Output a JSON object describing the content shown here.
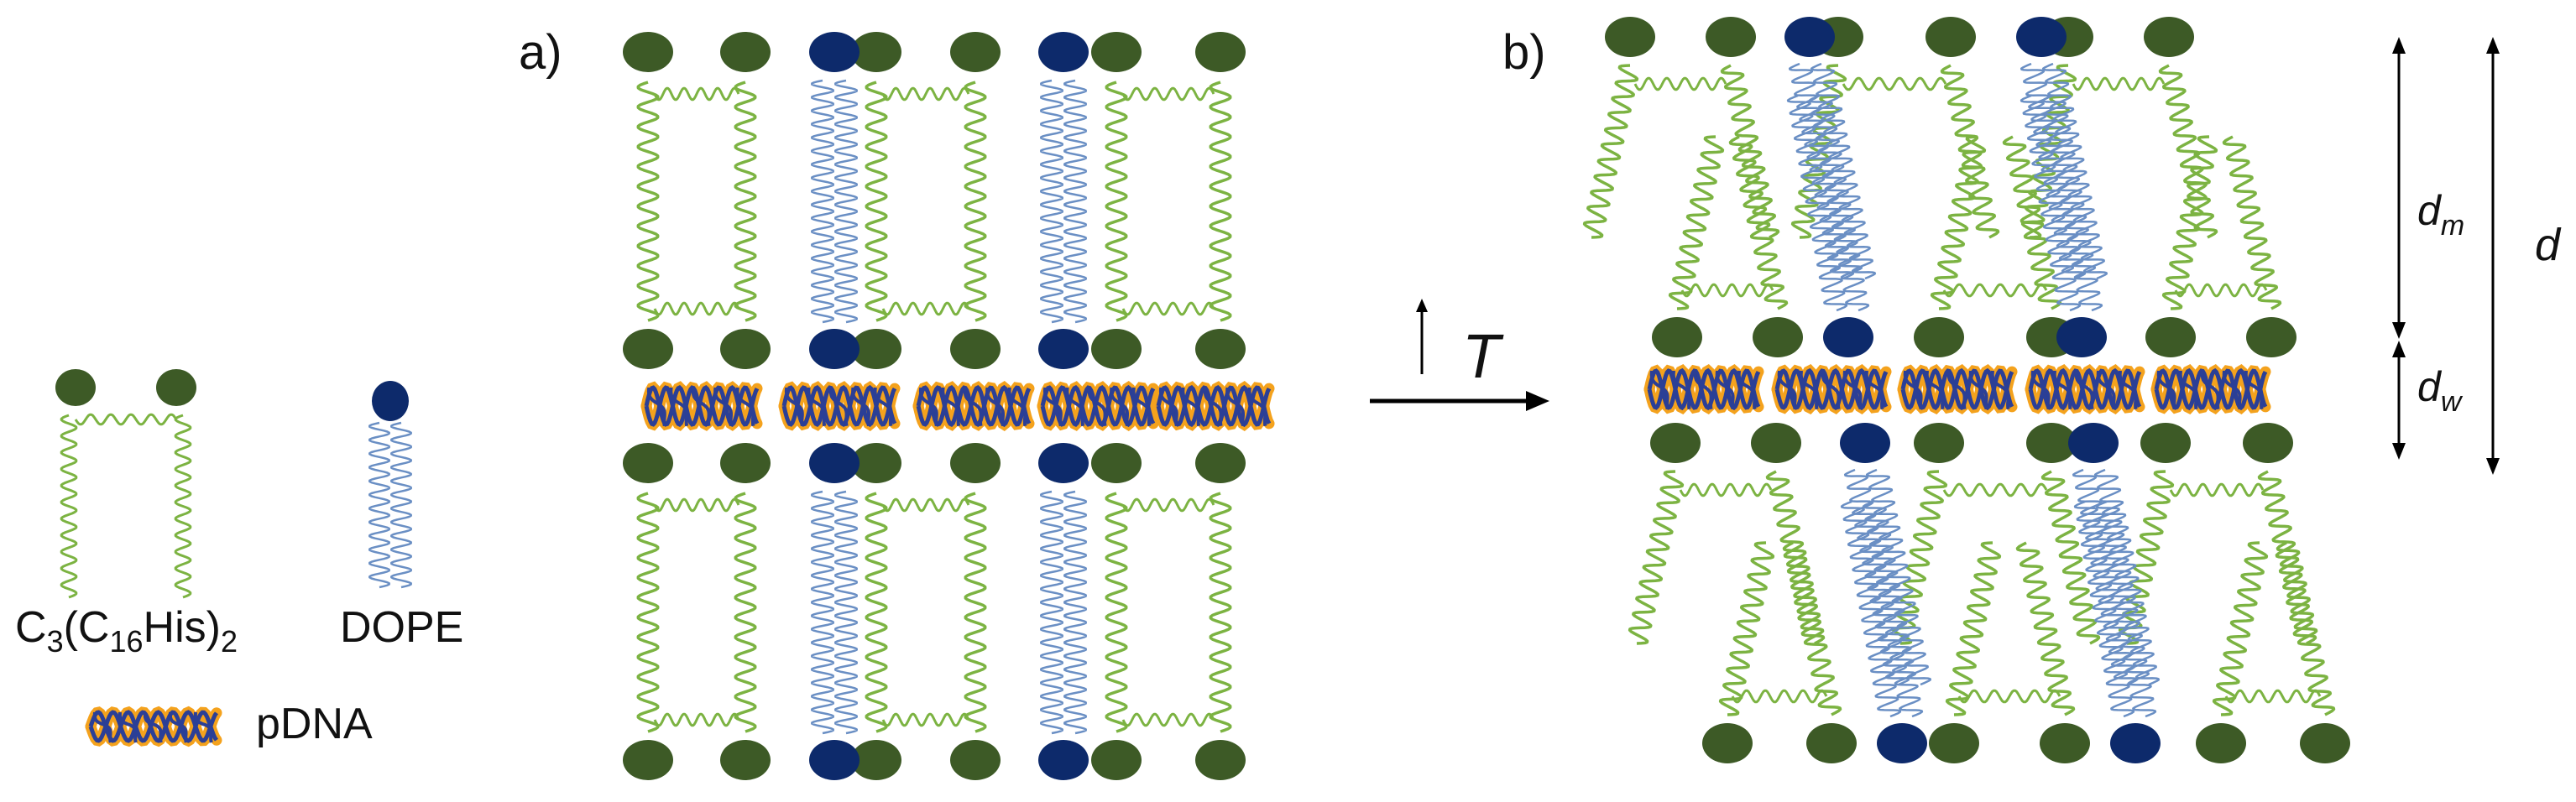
{
  "panels": {
    "a": "a)",
    "b": "b)"
  },
  "legend": {
    "gemini_surfactant": {
      "base": "C",
      "sub1": "3",
      "mid1": "(C",
      "sub2": "16",
      "mid2": "His)",
      "sub3": "2"
    },
    "helper_lipid": "DOPE",
    "dna": "pDNA"
  },
  "transition": {
    "label": "T"
  },
  "dimensions": {
    "membrane": {
      "base": "d",
      "sub": "m"
    },
    "water": {
      "base": "d",
      "sub": "w"
    },
    "total": "d"
  },
  "colors": {
    "surfactant_head": "#3d5a26",
    "surfactant_tail": "#7cb342",
    "dope_head": "#0d2a6b",
    "dope_tail": "#6a8fc4",
    "dna_strand": "#2b3f96",
    "dna_halo": "#f4a21d",
    "arrow": "#000000"
  }
}
